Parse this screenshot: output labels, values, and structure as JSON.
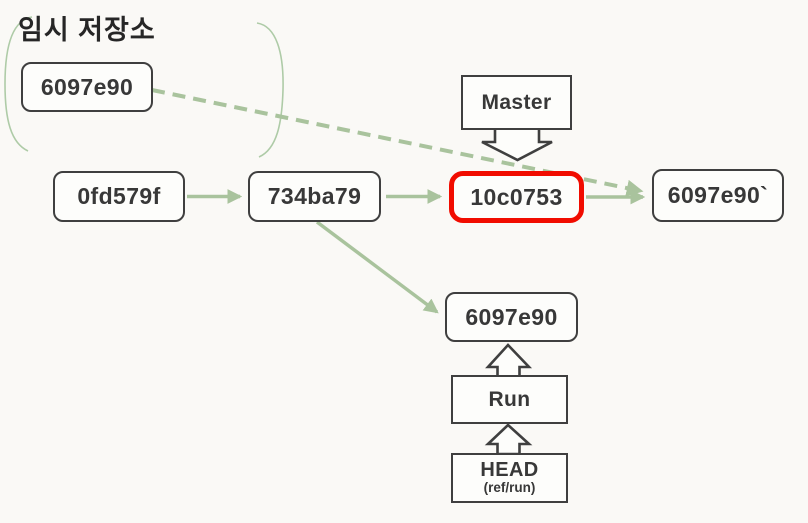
{
  "diagram": {
    "title": "임시 저장소",
    "stash": {
      "commit": "6097e90"
    },
    "main_branch": [
      "0fd579f",
      "734ba79",
      "10c0753",
      "6097e90`"
    ],
    "branch_commit": "6097e90",
    "labels": {
      "master": "Master",
      "run": "Run",
      "head": "HEAD",
      "head_ref": "(ref/run)"
    },
    "colors": {
      "arrow_green": "#A9C39D",
      "bracket_green": "#AECBA7",
      "highlight_red": "#F10C00",
      "border_dark": "#3F3F3F"
    }
  }
}
